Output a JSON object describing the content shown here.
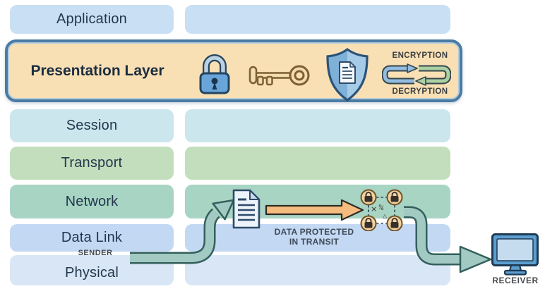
{
  "layers": [
    {
      "label": "Application",
      "color": "#c9dff4"
    },
    {
      "label": "Session",
      "color": "#cbe6ed"
    },
    {
      "label": "Transport",
      "color": "#c2debc"
    },
    {
      "label": "Network",
      "color": "#a8d4c3"
    },
    {
      "label": "Data Link",
      "color": "#c3d8f3"
    },
    {
      "label": "Physical",
      "color": "#d9e6f5"
    }
  ],
  "presentation": {
    "label": "Presentation Layer",
    "fill": "#f8dfb4",
    "border_color": "#4a7ba3",
    "encryption_label": "ENCRYPTION",
    "decryption_label": "DECRYPTION",
    "icons": [
      "padlock-icon",
      "key-icon",
      "shield-document-icon",
      "encryption-decryption-cycle-icon"
    ]
  },
  "flow": {
    "sender_label": "SENDER",
    "receiver_label": "RECEIVER",
    "transit_label_line1": "DATA PROTECTED",
    "transit_label_line2": "IN TRANSIT",
    "icons": [
      "document-icon",
      "encrypted-data-locks-icon",
      "receiver-monitor-icon"
    ],
    "colors": {
      "flow_arrow_fill": "#a3c9c3",
      "flow_arrow_outline": "#33605c",
      "transit_arrow_fill": "#f6bb7e",
      "transit_arrow_outline": "#2e2a26",
      "lock_circle_fill": "#f2d09f"
    }
  }
}
